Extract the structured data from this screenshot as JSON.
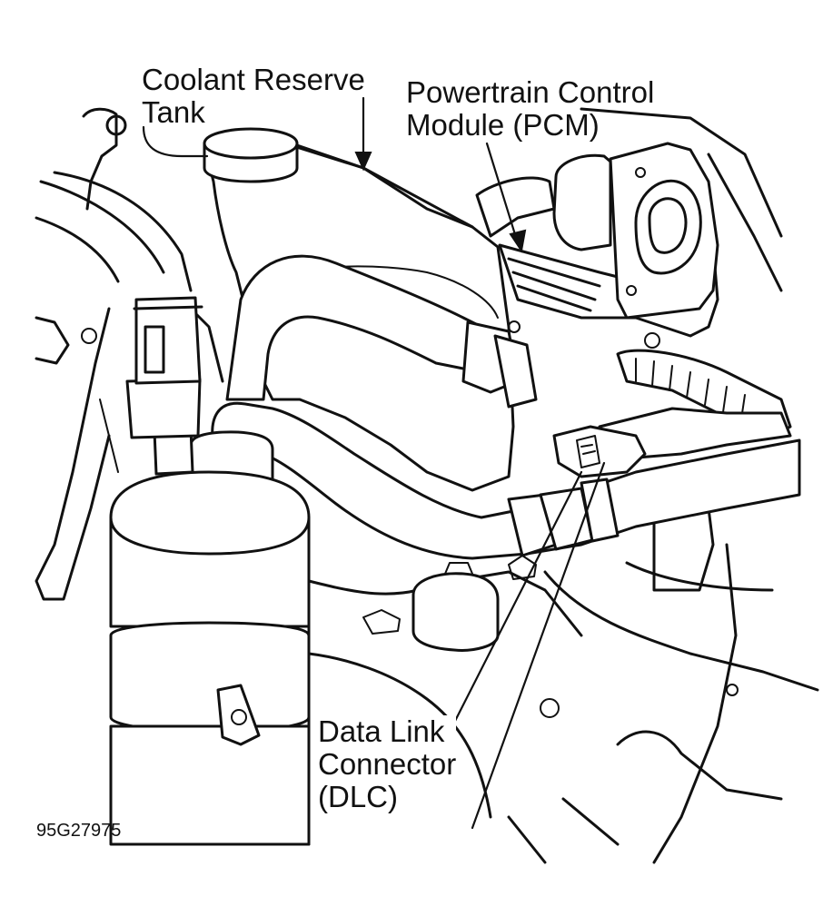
{
  "labels": {
    "coolant_reserve_tank": [
      "Coolant Reserve",
      "Tank"
    ],
    "pcm": [
      "Powertrain Control",
      "Module (PCM)"
    ],
    "dlc": [
      "Data Link",
      "Connector",
      "(DLC)"
    ]
  },
  "figure_id": "95G27975"
}
